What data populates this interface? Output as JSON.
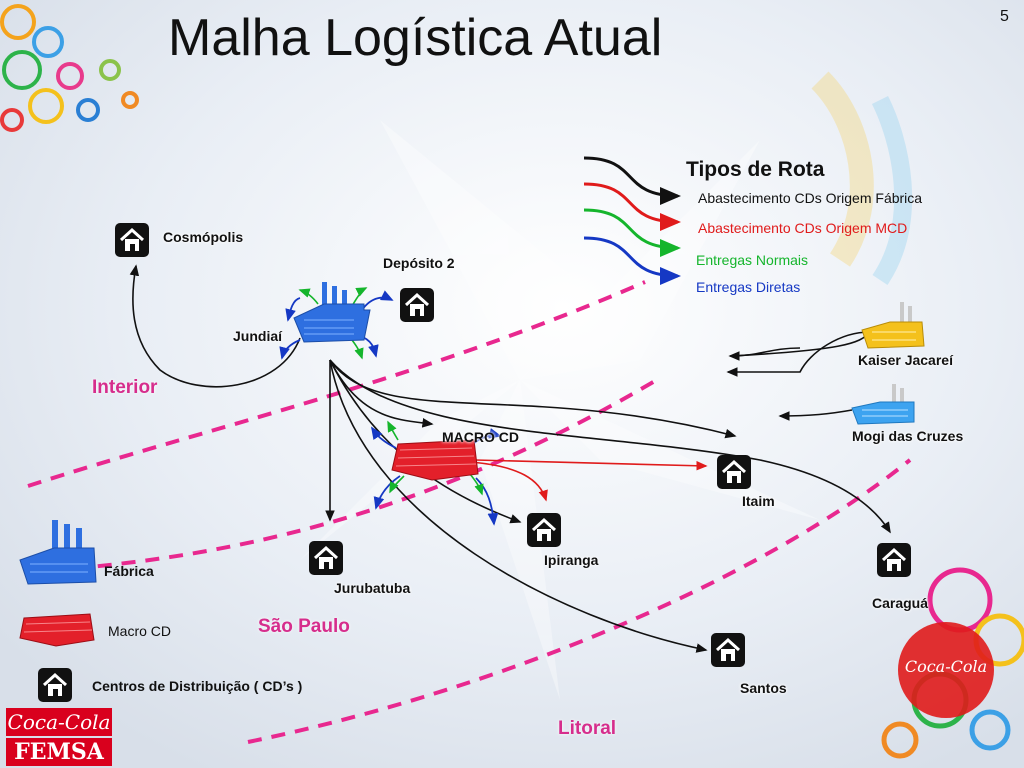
{
  "slide": {
    "title": "Malha Logística Atual",
    "page_number": "5"
  },
  "colors": {
    "abastecimento_fabrica": "#111111",
    "abastecimento_mcd": "#e01b1b",
    "entregas_normais": "#15b52c",
    "entregas_diretas": "#1538c4",
    "region_label": "#d62d8c",
    "divider": "#e8288f",
    "factory": "#2e6fe0",
    "macro_cd": "#e3202a",
    "kaiser": "#f4c11c",
    "mogi": "#3da3f0"
  },
  "legend_routes": {
    "title": "Tipos de Rota",
    "items": [
      {
        "label": "Abastecimento CDs Origem Fábrica",
        "color": "#111111"
      },
      {
        "label": "Abastecimento CDs Origem MCD",
        "color": "#e01b1b"
      },
      {
        "label": "Entregas Normais",
        "color": "#15b52c"
      },
      {
        "label": "Entregas Diretas",
        "color": "#1538c4"
      }
    ]
  },
  "legend_types": {
    "fabrica": "Fábrica",
    "macro_cd": "Macro CD",
    "cds": "Centros de Distribuição ( CD’s )"
  },
  "regions": {
    "interior": "Interior",
    "sao_paulo": "São Paulo",
    "litoral": "Litoral"
  },
  "nodes": {
    "cosmopolis": "Cosmópolis",
    "deposito2": "Depósito 2",
    "jundiai": "Jundiaí",
    "macro_cd": "MACRO CD",
    "itaim": "Itaim",
    "ipiranga": "Ipiranga",
    "jurubatuba": "Jurubatuba",
    "caragua": "Caraguá",
    "santos": "Santos",
    "kaiser": "Kaiser Jacareí",
    "mogi": "Mogi das Cruzes"
  },
  "logo": {
    "cocacola": "Coca-Cola",
    "femsa": "FEMSA"
  }
}
